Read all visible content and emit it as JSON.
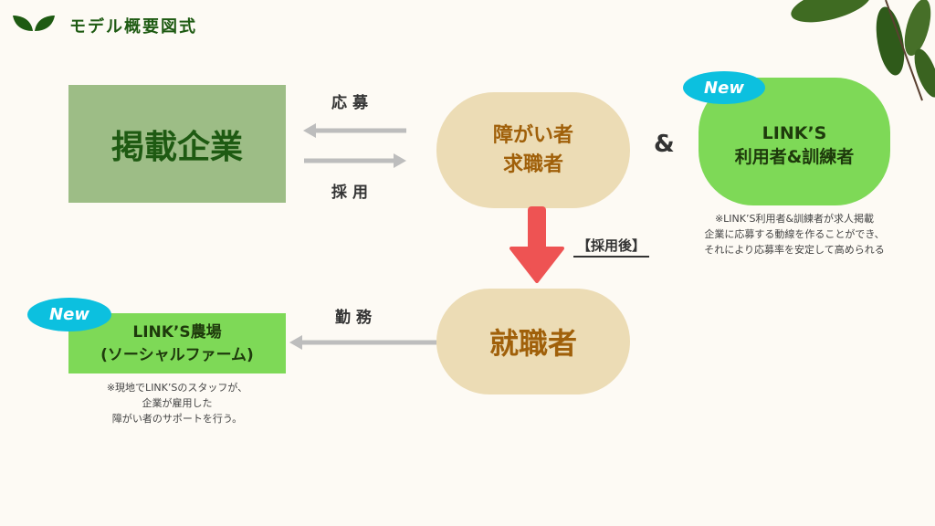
{
  "header": {
    "title": "モデル概要図式"
  },
  "nodes": {
    "company": "掲載企業",
    "seeker_line1": "障がい者",
    "seeker_line2": "求職者",
    "links_users_line1": "LINK’S",
    "links_users_line2": "利用者&訓練者",
    "employed": "就職者",
    "farm_line1": "LINK’S農場",
    "farm_line2": "(ソーシャルファーム)"
  },
  "labels": {
    "apply": "応募",
    "hire": "採用",
    "and": "&",
    "after_hire": "【採用後】",
    "work": "勤務",
    "new_badge": "New"
  },
  "notes": {
    "links_users": [
      "※LINK’S利用者&訓練者が求人掲載",
      "企業に応募する動線を作ることができ、",
      "それにより応募率を安定して高められる"
    ],
    "farm": [
      "※現地でLINK’Sのスタッフが、",
      "企業が雇用した",
      "障がい者のサポートを行う。"
    ]
  },
  "colors": {
    "dark_green": "#1e5a12",
    "company_box": "#9dbd86",
    "pill": "#ecdcb5",
    "pill_text": "#a0600a",
    "bright_green": "#7ed957",
    "badge": "#0cc0df",
    "red_arrow": "#ee5353",
    "grey_arrow": "#bdbdbd"
  }
}
